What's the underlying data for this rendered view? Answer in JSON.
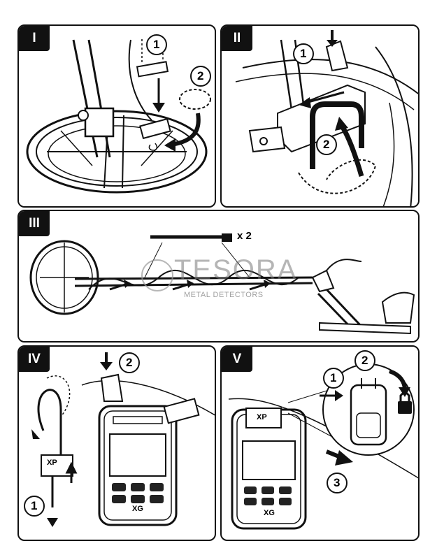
{
  "panels": [
    {
      "label": "I"
    },
    {
      "label": "II"
    },
    {
      "label": "III"
    },
    {
      "label": "IV"
    },
    {
      "label": "V"
    }
  ],
  "steps": {
    "one": "1",
    "two": "2",
    "three": "3"
  },
  "clip_quantity": "x 2",
  "watermark": {
    "brand": "TESORA",
    "subtitle": "METAL DETECTORS"
  },
  "logo_text": "XP",
  "model_text": "XG",
  "icons": [
    "down-arrow-icon",
    "curved-arrow-icon",
    "lock-icon",
    "step-number-icon"
  ]
}
